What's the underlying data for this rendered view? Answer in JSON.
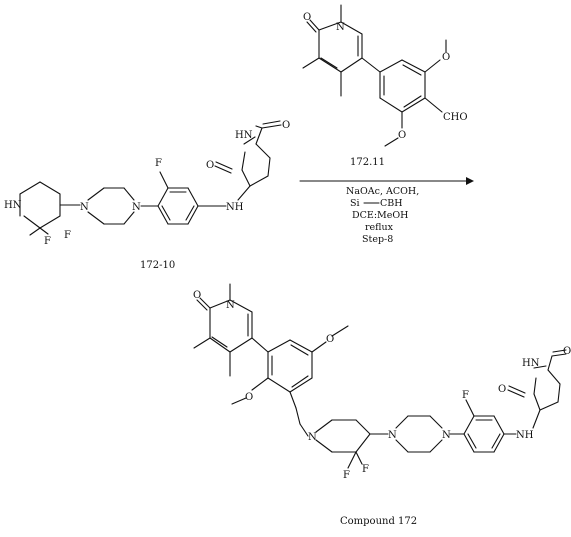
{
  "reagent": {
    "label": "172.11",
    "atoms": {
      "O_top": "O",
      "N_top": "N",
      "O_me1": "O",
      "O_me2": "O",
      "cho": "CHO"
    }
  },
  "starting_material": {
    "label": "172-10",
    "atoms": {
      "HN_ring": "HN",
      "N_pip1": "N",
      "N_piz1": "N",
      "N_piz2": "N",
      "F_1": "F",
      "F_2": "F",
      "F_ar": "F",
      "NH_link": "NH",
      "HN_imide": "HN",
      "O_imide1": "O",
      "O_imide2": "O"
    }
  },
  "conditions": {
    "line1": "NaOAc, ACOH,",
    "si": "Si",
    "cbh": "CBH",
    "line3": "DCE:MeOH",
    "line4": "reflux",
    "line5": "Step-8"
  },
  "product": {
    "label": "Compound 172",
    "atoms": {
      "O_top": "O",
      "N_top": "N",
      "O_me1": "O",
      "O_me2": "O",
      "N_pip": "N",
      "N_piz1": "N",
      "N_piz2": "N",
      "F_1": "F",
      "F_2": "F",
      "F_ar": "F",
      "NH_link": "NH",
      "HN_imide": "HN",
      "O_imide1": "O",
      "O_imide2": "O"
    }
  }
}
